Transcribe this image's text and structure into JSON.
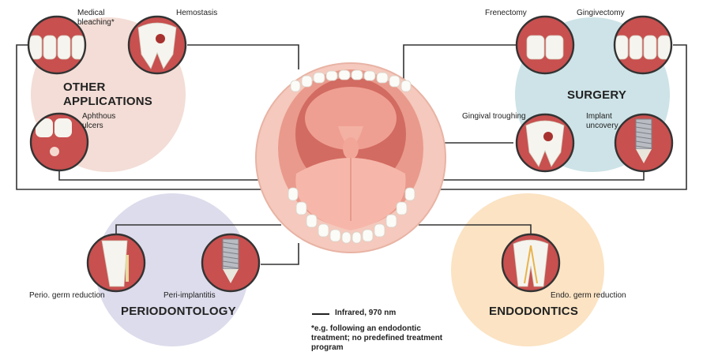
{
  "categories": {
    "other_applications": {
      "title": "OTHER\nAPPLICATIONS",
      "color": "#f3ddd6"
    },
    "surgery": {
      "title": "SURGERY",
      "color": "#cde3e7"
    },
    "periodontology": {
      "title": "PERIODONTOLOGY",
      "color": "#dcdcec"
    },
    "endodontics": {
      "title": "ENDODONTICS",
      "color": "#fbe3c3"
    }
  },
  "procedures": {
    "medical_bleaching": "Medical\nbleaching*",
    "hemostasis": "Hemostasis",
    "aphthous_ulcers": "Aphthous\nulcers",
    "frenectomy": "Frenectomy",
    "gingivectomy": "Gingivectomy",
    "gingival_troughing": "Gingival troughing",
    "implant_uncovery": "Implant\nuncovery",
    "perio_germ_reduction": "Perio. germ reduction",
    "peri_implantitis": "Peri-implantitis",
    "endo_germ_reduction": "Endo. germ reduction"
  },
  "legend": {
    "label": "Infrared, 970 nm"
  },
  "footnote": "*e.g. following an endodontic treatment; no predefined treatment program",
  "colors": {
    "line": "#333333",
    "gum": "#c8504f",
    "tooth": "#f6f4ee",
    "mouth": "#f5c9bd"
  }
}
